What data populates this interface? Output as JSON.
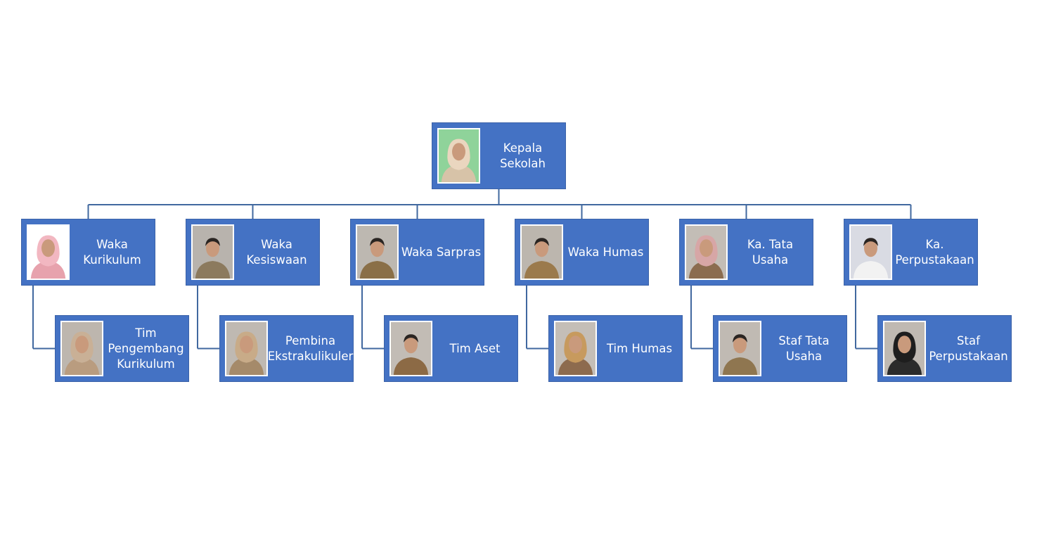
{
  "root": {
    "label": "Kepala\nSekolah",
    "photo_bg": "#8fd39a",
    "shirt": "#d7c3a8",
    "scarf": "#ead6bf"
  },
  "managers": [
    {
      "label": "Waka\nKurikulum",
      "photo_bg": "#ffffff",
      "shirt": "#e7a2ad",
      "scarf": "#f2b7c1"
    },
    {
      "label": "Waka\nKesiswaan",
      "photo_bg": "#b8b3ad",
      "shirt": "#8c7a5e",
      "scarf": null
    },
    {
      "label": "Waka Sarpras",
      "photo_bg": "#bdb8b1",
      "shirt": "#8a6f47",
      "scarf": null
    },
    {
      "label": "Waka Humas",
      "photo_bg": "#bcb6ae",
      "shirt": "#9b7a4c",
      "scarf": null
    },
    {
      "label": "Ka. Tata Usaha",
      "photo_bg": "#c3bdb6",
      "shirt": "#8b6c4f",
      "scarf": "#d7a6a6"
    },
    {
      "label": "Ka.\nPerpustakaan",
      "photo_bg": "#d9dbe3",
      "shirt": "#f2f2f2",
      "scarf": null
    }
  ],
  "assistants": [
    {
      "label": "Tim\nPengembang\nKurikulum",
      "photo_bg": "#bdb6ae",
      "shirt": "#b99c7f",
      "scarf": "#c9b096"
    },
    {
      "label": "Pembina\nEkstrakulikuler",
      "photo_bg": "#bfb9b2",
      "shirt": "#a58a6a",
      "scarf": "#c8ab88"
    },
    {
      "label": "Tim Aset",
      "photo_bg": "#c2bcb5",
      "shirt": "#8c6a45",
      "scarf": null
    },
    {
      "label": "Tim Humas",
      "photo_bg": "#c4beb7",
      "shirt": "#8d6b4e",
      "scarf": "#c79a5e"
    },
    {
      "label": "Staf Tata\nUsaha",
      "photo_bg": "#c0bab3",
      "shirt": "#8f7650",
      "scarf": null
    },
    {
      "label": "Staf\nPerpustakaan",
      "photo_bg": "#bfb9b2",
      "shirt": "#2b2b2b",
      "scarf": "#1e1e1e"
    }
  ]
}
